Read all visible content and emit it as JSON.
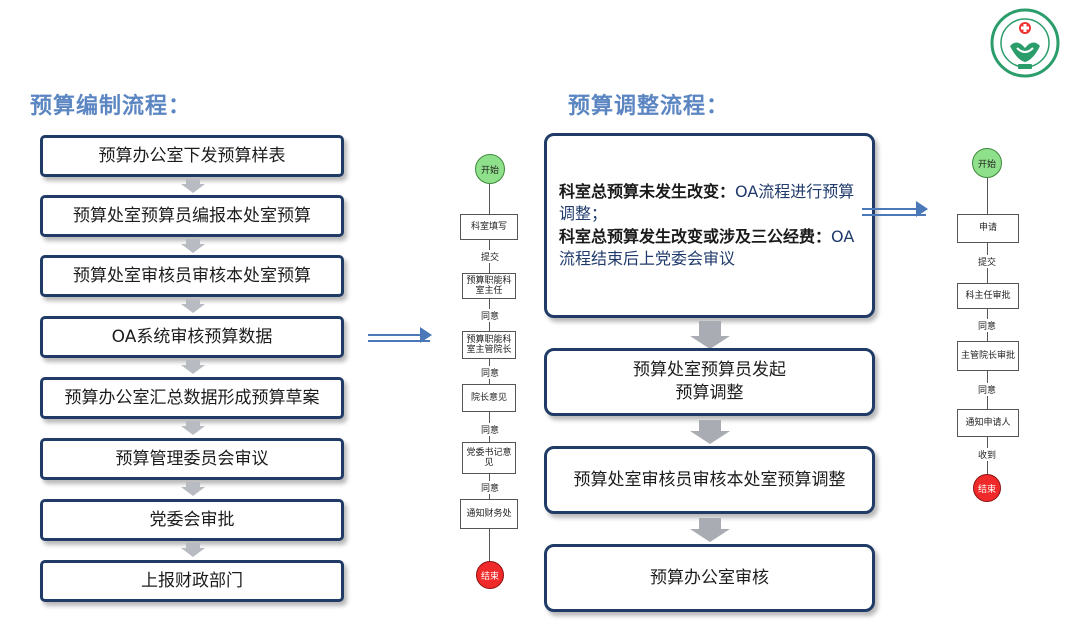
{
  "left": {
    "heading": "预算编制流程：",
    "steps": [
      "预算办公室下发预算样表",
      "预算处室预算员编报本处室预算",
      "预算处室审核员审核本处室预算",
      "OA系统审核预算数据",
      "预算办公室汇总数据形成预算草案",
      "预算管理委员会审议",
      "党委会审批",
      "上报财政部门"
    ]
  },
  "left_flow": {
    "start": "开始",
    "nodes": [
      "科室填写",
      "预算职能科室主任",
      "预算职能科室主管院长",
      "院长意见",
      "党委书记意见",
      "通知财务处"
    ],
    "links": [
      "提交",
      "同意",
      "同意",
      "同意",
      "同意"
    ],
    "end": "结束"
  },
  "right": {
    "heading": "预算调整流程：",
    "main_box": {
      "line1_bold": "科室总预算未发生改变：",
      "line1_text": "OA流程进行预算调整；",
      "line2_bold": "科室总预算发生改变或涉及三公经费：",
      "line2_text": "OA流程结束后上党委会审议"
    },
    "steps": [
      "预算处室预算员发起\n预算调整",
      "预算处室审核员审核本处室预算调整",
      "预算办公室审核"
    ]
  },
  "right_flow": {
    "start": "开始",
    "nodes": [
      "申请",
      "科主任审批",
      "主管院长审批",
      "通知申请人"
    ],
    "links": [
      "提交",
      "同意",
      "同意",
      "收到"
    ],
    "end": "结束"
  },
  "colors": {
    "heading": "#5b86c2",
    "box_border": "#1f3b66",
    "arrow_gray": "#b8bcc2",
    "arrow_blue": "#4a78b8",
    "start_green": "#8fe08a",
    "end_red": "#f02a2a",
    "logo_green": "#2a9d6b"
  },
  "logo": {
    "icon": "hospital-logo-icon"
  }
}
